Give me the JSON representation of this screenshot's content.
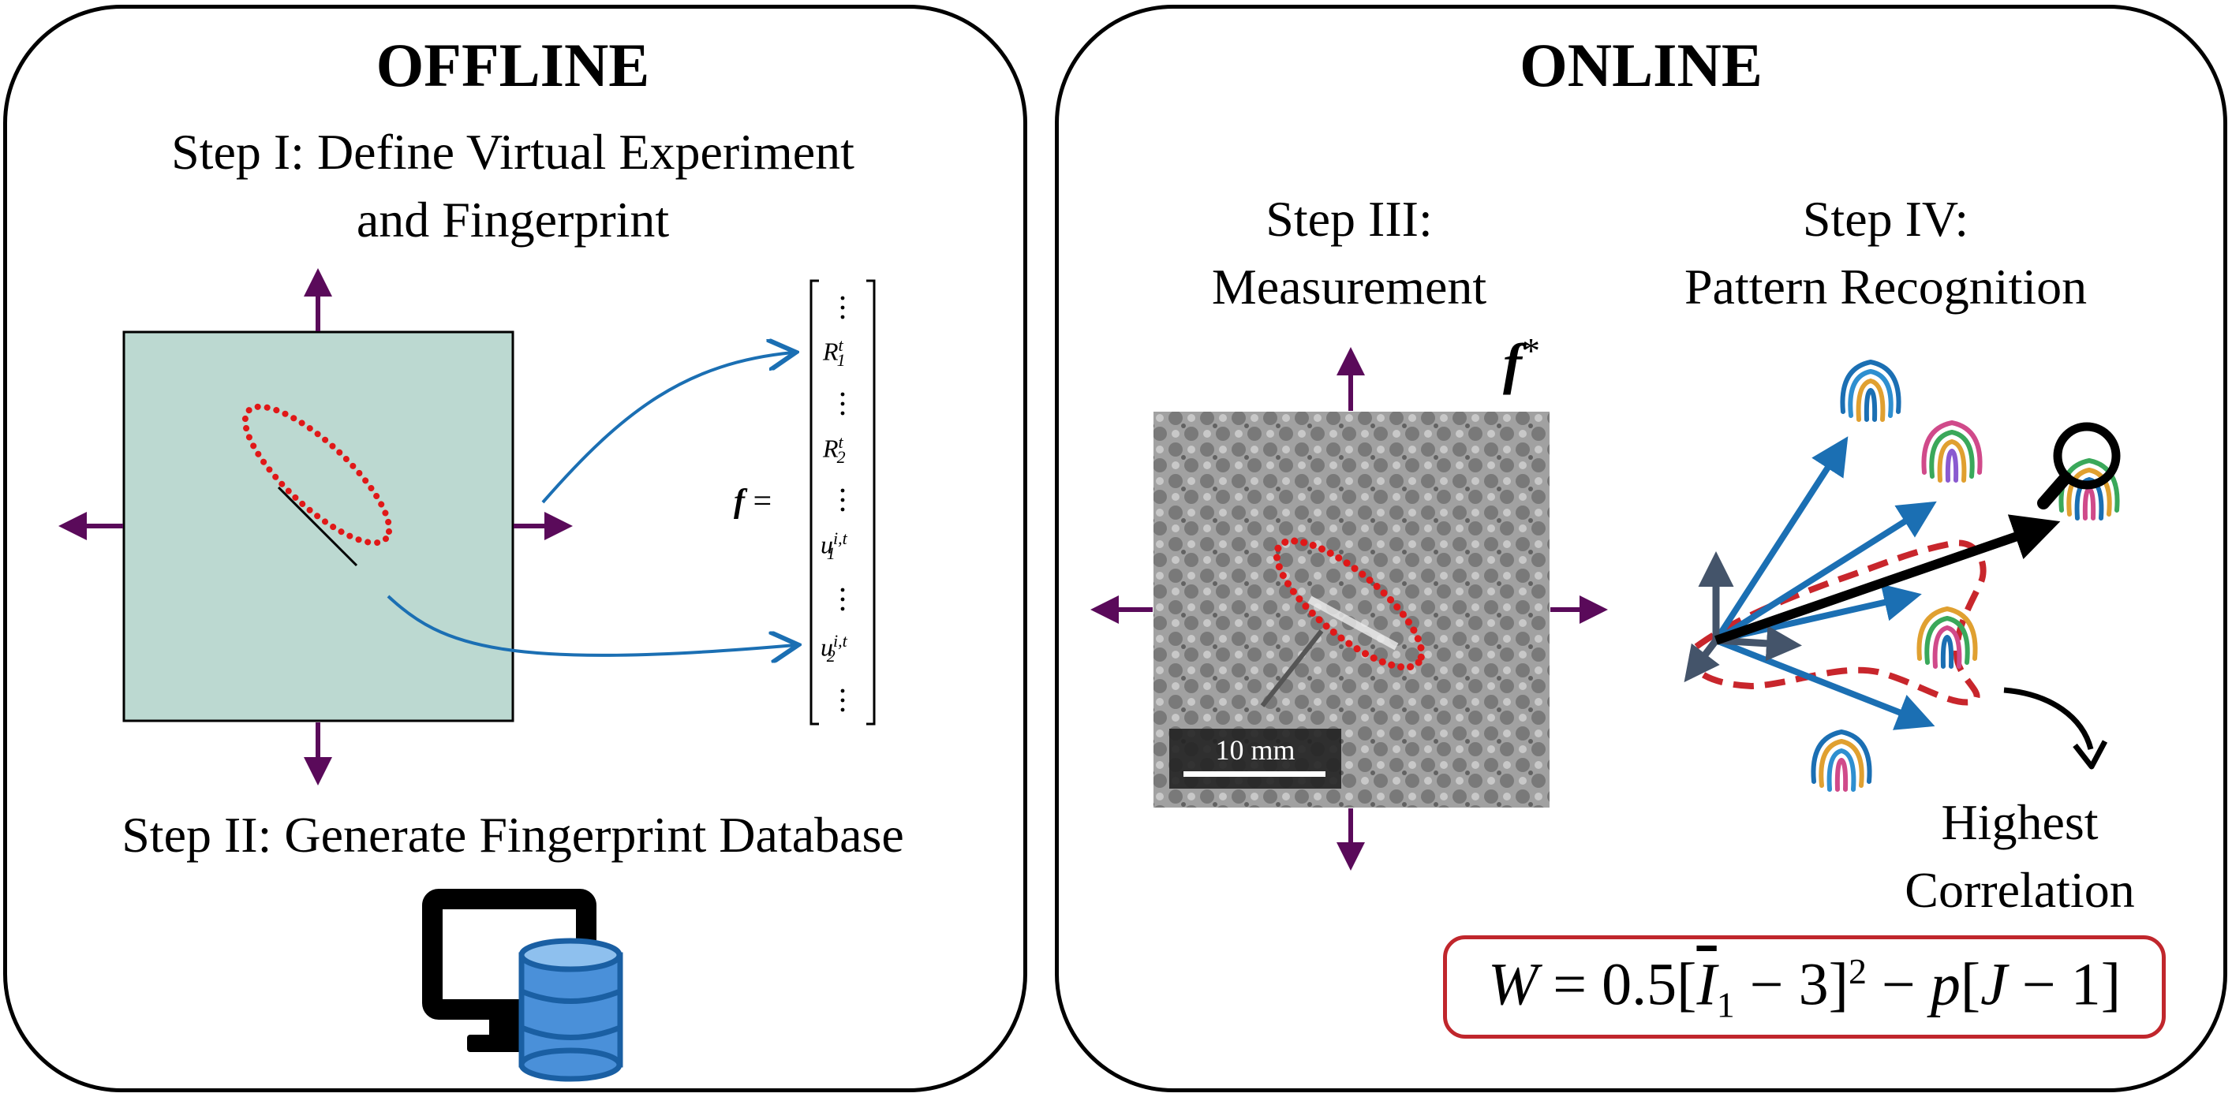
{
  "offline": {
    "title": "OFFLINE",
    "step1": "Step I: Define Virtual Experiment\nand Fingerprint",
    "step2": "Step II: Generate Fingerprint Database",
    "vector": {
      "lhs_symbol": "f",
      "equals": "=",
      "entries": [
        {
          "base": "R",
          "sub": "1",
          "sup": "t"
        },
        {
          "base": "R",
          "sub": "2",
          "sup": "t"
        },
        {
          "base": "u",
          "sub": "1",
          "sup": "i,t"
        },
        {
          "base": "u",
          "sub": "2",
          "sup": "i,t"
        }
      ]
    }
  },
  "online": {
    "title": "ONLINE",
    "step3": "Step III:\nMeasurement",
    "step4": "Step IV:\nPattern Recognition",
    "measured_symbol": "f",
    "measured_star": "*",
    "scale_bar_label": "10 mm",
    "highest_label": "Highest\nCorrelation",
    "equation": {
      "W": "W",
      "a": " = 0.5[",
      "I": "I",
      "I_sub": "1",
      "b": " − 3]",
      "b_sup": "2",
      "c": " − ",
      "p": "p",
      "d": "[",
      "J": "J",
      "e": " − 1]"
    }
  },
  "colors": {
    "arrow_purple": "#5a0a5a",
    "curve_blue": "#1b6fb3",
    "ellipse_red": "#e01818",
    "plate_fill": "#bcd9d1",
    "axis_slate": "#44546a",
    "dashed_red": "#c8262c",
    "db_blue": "#4a90d9"
  },
  "icons": [
    "monitor-icon",
    "database-icon",
    "fingerprint-icon",
    "magnifier-icon",
    "curved-arrow-icon"
  ]
}
